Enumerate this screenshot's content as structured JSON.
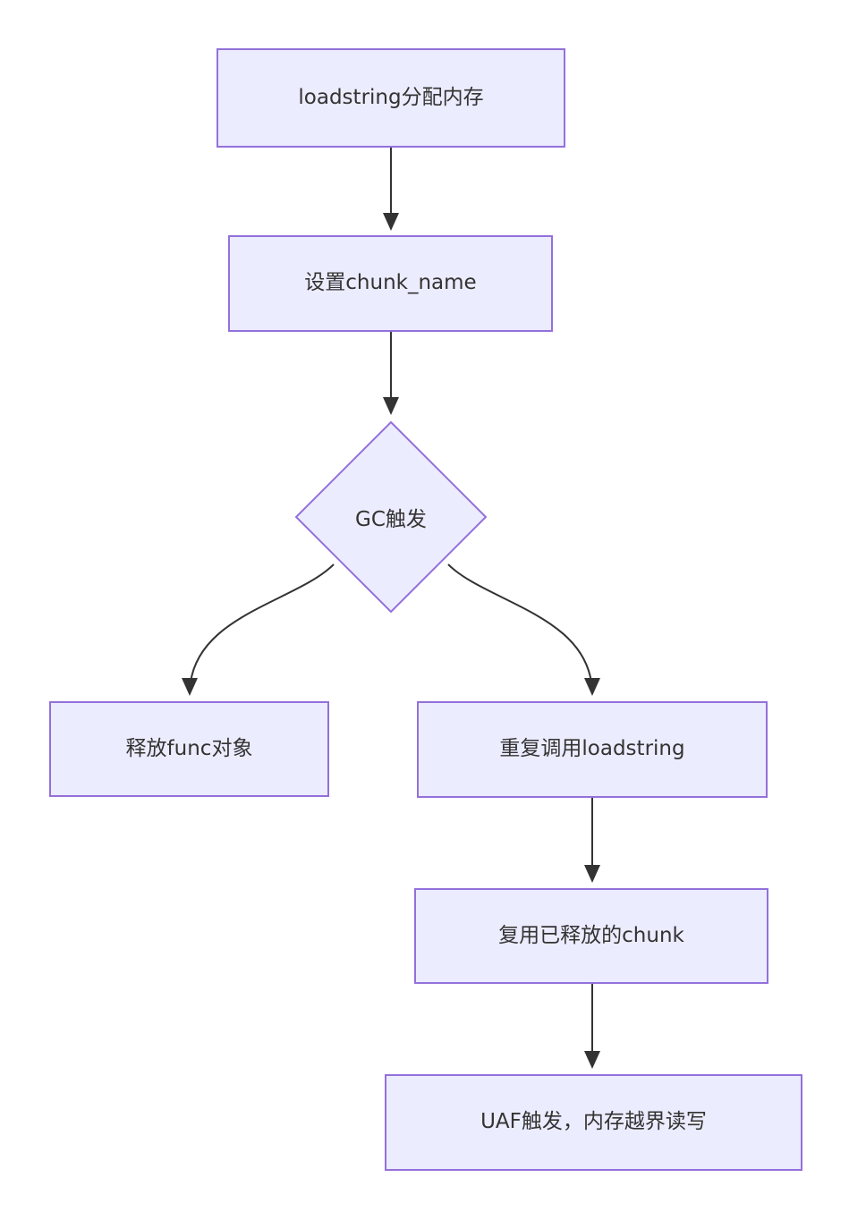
{
  "diagram": {
    "type": "flowchart",
    "direction": "top-down",
    "colors": {
      "node_fill": "#ECECFF",
      "node_border": "#9370DB",
      "edge_color": "#333333",
      "text_color": "#333333",
      "background": "#FFFFFF"
    },
    "nodes": {
      "alloc": {
        "label": "loadstring分配内存",
        "shape": "rect"
      },
      "set_chunk_name": {
        "label": "设置chunk_name",
        "shape": "rect"
      },
      "gc_trigger": {
        "label": "GC触发",
        "shape": "diamond"
      },
      "free_func": {
        "label": "释放func对象",
        "shape": "rect"
      },
      "repeat_call": {
        "label": "重复调用loadstring",
        "shape": "rect"
      },
      "reuse_chunk": {
        "label": "复用已释放的chunk",
        "shape": "rect"
      },
      "uaf": {
        "label": "UAF触发，内存越界读写",
        "shape": "rect"
      }
    },
    "edges": [
      {
        "from": "alloc",
        "to": "set_chunk_name"
      },
      {
        "from": "set_chunk_name",
        "to": "gc_trigger"
      },
      {
        "from": "gc_trigger",
        "to": "free_func"
      },
      {
        "from": "gc_trigger",
        "to": "repeat_call"
      },
      {
        "from": "repeat_call",
        "to": "reuse_chunk"
      },
      {
        "from": "reuse_chunk",
        "to": "uaf"
      }
    ]
  }
}
